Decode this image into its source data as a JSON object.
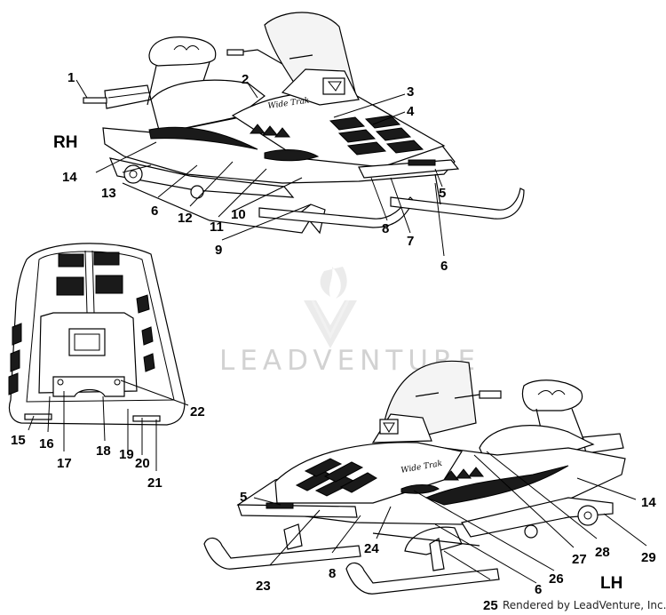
{
  "watermark": "LEADVENTURE",
  "credit": "Rendered by LeadVenture, Inc.",
  "views": {
    "rh": "RH",
    "lh": "LH"
  },
  "callouts": {
    "top": [
      "1",
      "2",
      "3",
      "4",
      "5",
      "6",
      "7",
      "8",
      "9",
      "10",
      "11",
      "12",
      "6",
      "13",
      "14"
    ],
    "hood": [
      "15",
      "16",
      "17",
      "18",
      "19",
      "20",
      "21",
      "22"
    ],
    "bottom": [
      "5",
      "23",
      "8",
      "24",
      "25",
      "6",
      "26",
      "27",
      "28",
      "14",
      "29"
    ]
  }
}
